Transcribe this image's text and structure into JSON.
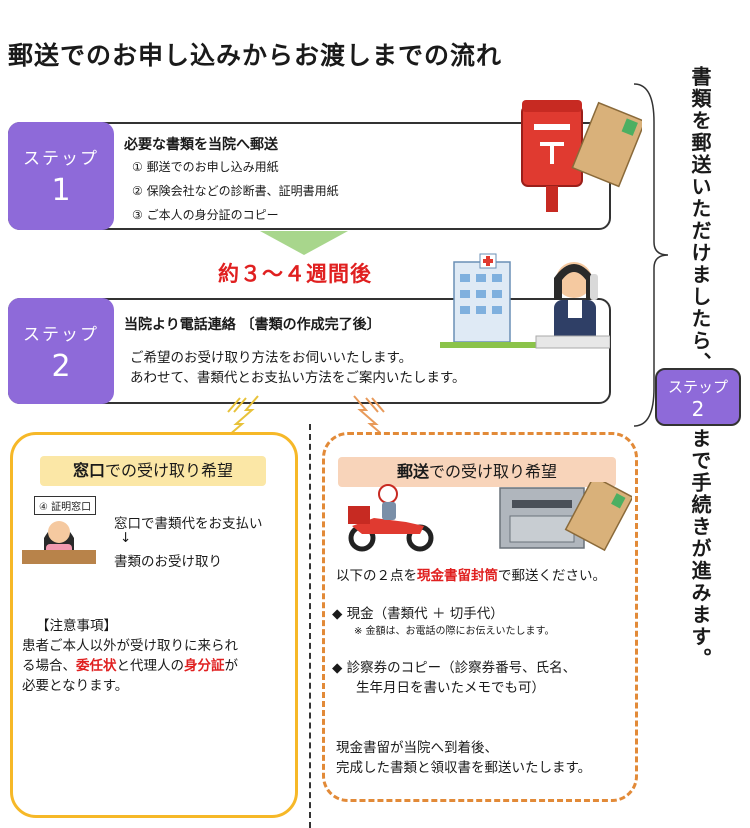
{
  "title": "郵送でのお申し込みからお渡しまでの流れ",
  "step1": {
    "badge_label": "ステップ",
    "badge_number": "1",
    "heading": "必要な書類を当院へ郵送",
    "items": [
      "① 郵送でのお申し込み用紙",
      "② 保険会社などの診断書、証明書用紙",
      "③ ご本人の身分証のコピー"
    ]
  },
  "interval": "約３～４週間後",
  "step2": {
    "badge_label": "ステップ",
    "badge_number": "2",
    "heading": "当院より電話連絡 〔書類の作成完了後〕",
    "lines": [
      "ご希望のお受け取り方法をお伺いいたします。",
      "あわせて、書類代とお支払い方法をご案内いたします。"
    ]
  },
  "side": {
    "text_top": "書類を郵送いただけましたら、",
    "badge_label": "ステップ",
    "badge_number": "2",
    "text_bottom": "まで手続きが進みます。"
  },
  "window_option": {
    "tag_bold": "窓口",
    "tag_rest": "での受け取り希望",
    "counter_sign": "④ 証明窓口",
    "flow": [
      "窓口で書類代をお支払い",
      "↓",
      "書類のお受け取り"
    ],
    "notes_heading": "【注意事項】",
    "notes_line1": "患者ご本人以外が受け取りに来られ",
    "notes_line2_a": "る場合、",
    "notes_line2_b": "委任状",
    "notes_line2_c": "と代理人の",
    "notes_line2_d": "身分証",
    "notes_line2_e": "が",
    "notes_line3": "必要となります。"
  },
  "mail_option": {
    "tag_bold": "郵送",
    "tag_rest": "での受け取り希望",
    "intro_a": "以下の２点を",
    "intro_b": "現金書留封筒",
    "intro_c": "で郵送ください。",
    "item1": "◆ 現金（書類代 ＋ 切手代）",
    "item1_note": "※ 金額は、お電話の際にお伝えいたします。",
    "item2_line1": "◆ 診察券のコピー（診察券番号、氏名、",
    "item2_line2": "生年月日を書いたメモでも可）",
    "closing_line1": "現金書留が当院へ到着後、",
    "closing_line2": "完成した書類と領収書を郵送いたします。"
  }
}
